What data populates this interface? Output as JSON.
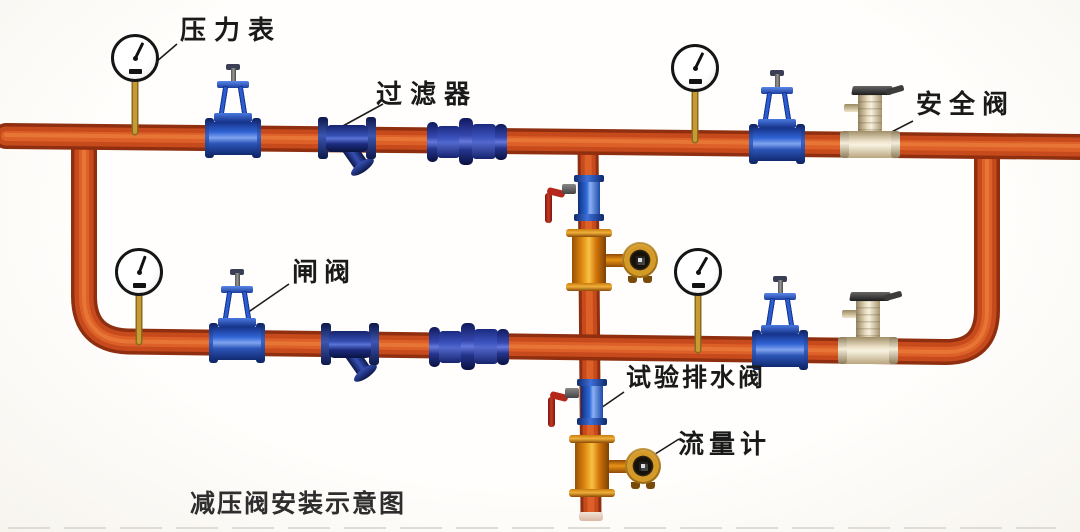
{
  "title": "减压阀安装示意图",
  "labels": {
    "pressure_gauge": "压力表",
    "filter": "过滤器",
    "safety_valve": "安全阀",
    "gate_valve": "闸阀",
    "test_drain_valve": "试验排水阀",
    "flow_meter": "流量计"
  },
  "components": [
    {
      "icon": "pressure-gauge-icon",
      "count": 4
    },
    {
      "icon": "gate-valve-icon",
      "count": 4
    },
    {
      "icon": "y-strainer-filter-icon",
      "count": 2
    },
    {
      "icon": "reducer-coupling-icon",
      "count": 2
    },
    {
      "icon": "safety-valve-icon",
      "count": 2
    },
    {
      "icon": "test-drain-valve-icon",
      "count": 2
    },
    {
      "icon": "flow-meter-icon",
      "count": 2
    }
  ],
  "colors": {
    "pipe": "#c64a1c",
    "pipe_dark": "#8f2f10",
    "pipe_highlight": "#e97a3a",
    "valve_blue": "#2f6bd8",
    "strainer_navy": "#1d2f7a",
    "safety_valve_cream": "#efe6d2",
    "flow_meter_orange": "#e89214",
    "lever_red": "#b5271a",
    "gauge_stem_amber": "#c79a32"
  }
}
